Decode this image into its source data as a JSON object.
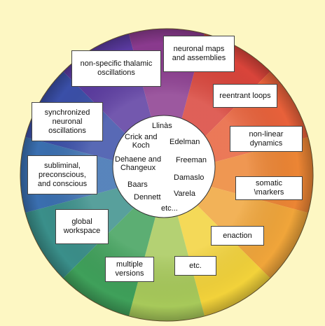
{
  "theories": [
    {
      "key": "thalamic",
      "label": "non-specific thalamic\noscillations"
    },
    {
      "key": "maps",
      "label": "neuronal maps\nand assemblies"
    },
    {
      "key": "reentrant",
      "label": "reentrant loops"
    },
    {
      "key": "nonlinear",
      "label": "non-linear\ndynamics"
    },
    {
      "key": "somatic",
      "label": "somatic\n\\markers"
    },
    {
      "key": "enaction",
      "label": "enaction"
    },
    {
      "key": "etc",
      "label": "etc."
    },
    {
      "key": "multiple",
      "label": "multiple\nversions"
    },
    {
      "key": "global",
      "label": "global\nworkspace"
    },
    {
      "key": "subliminal",
      "label": "subliminal,\npreconscious,\nand conscious"
    },
    {
      "key": "synchronized",
      "label": "synchronized\nneuronal\noscillations"
    }
  ],
  "researchers": [
    {
      "key": "llinas",
      "label": "Llinàs"
    },
    {
      "key": "crick",
      "label": "Crick and\nKoch"
    },
    {
      "key": "edelman",
      "label": "Edelman"
    },
    {
      "key": "dehaene",
      "label": "Dehaene and\nChangeux"
    },
    {
      "key": "freeman",
      "label": "Freeman"
    },
    {
      "key": "damasio",
      "label": "Damaslo"
    },
    {
      "key": "baars",
      "label": "Baars"
    },
    {
      "key": "varela",
      "label": "Varela"
    },
    {
      "key": "dennett",
      "label": "Dennett"
    },
    {
      "key": "etc",
      "label": "etc..."
    }
  ],
  "colors": {
    "background": "#fdf7c3",
    "segments": [
      "#d9443a",
      "#e8613a",
      "#ec8534",
      "#f0a53a",
      "#f2d23a",
      "#a7c95a",
      "#3fa05a",
      "#3a8f8a",
      "#3a6fb0",
      "#3a4fa8",
      "#5a3aa0",
      "#8a3a8e"
    ]
  }
}
